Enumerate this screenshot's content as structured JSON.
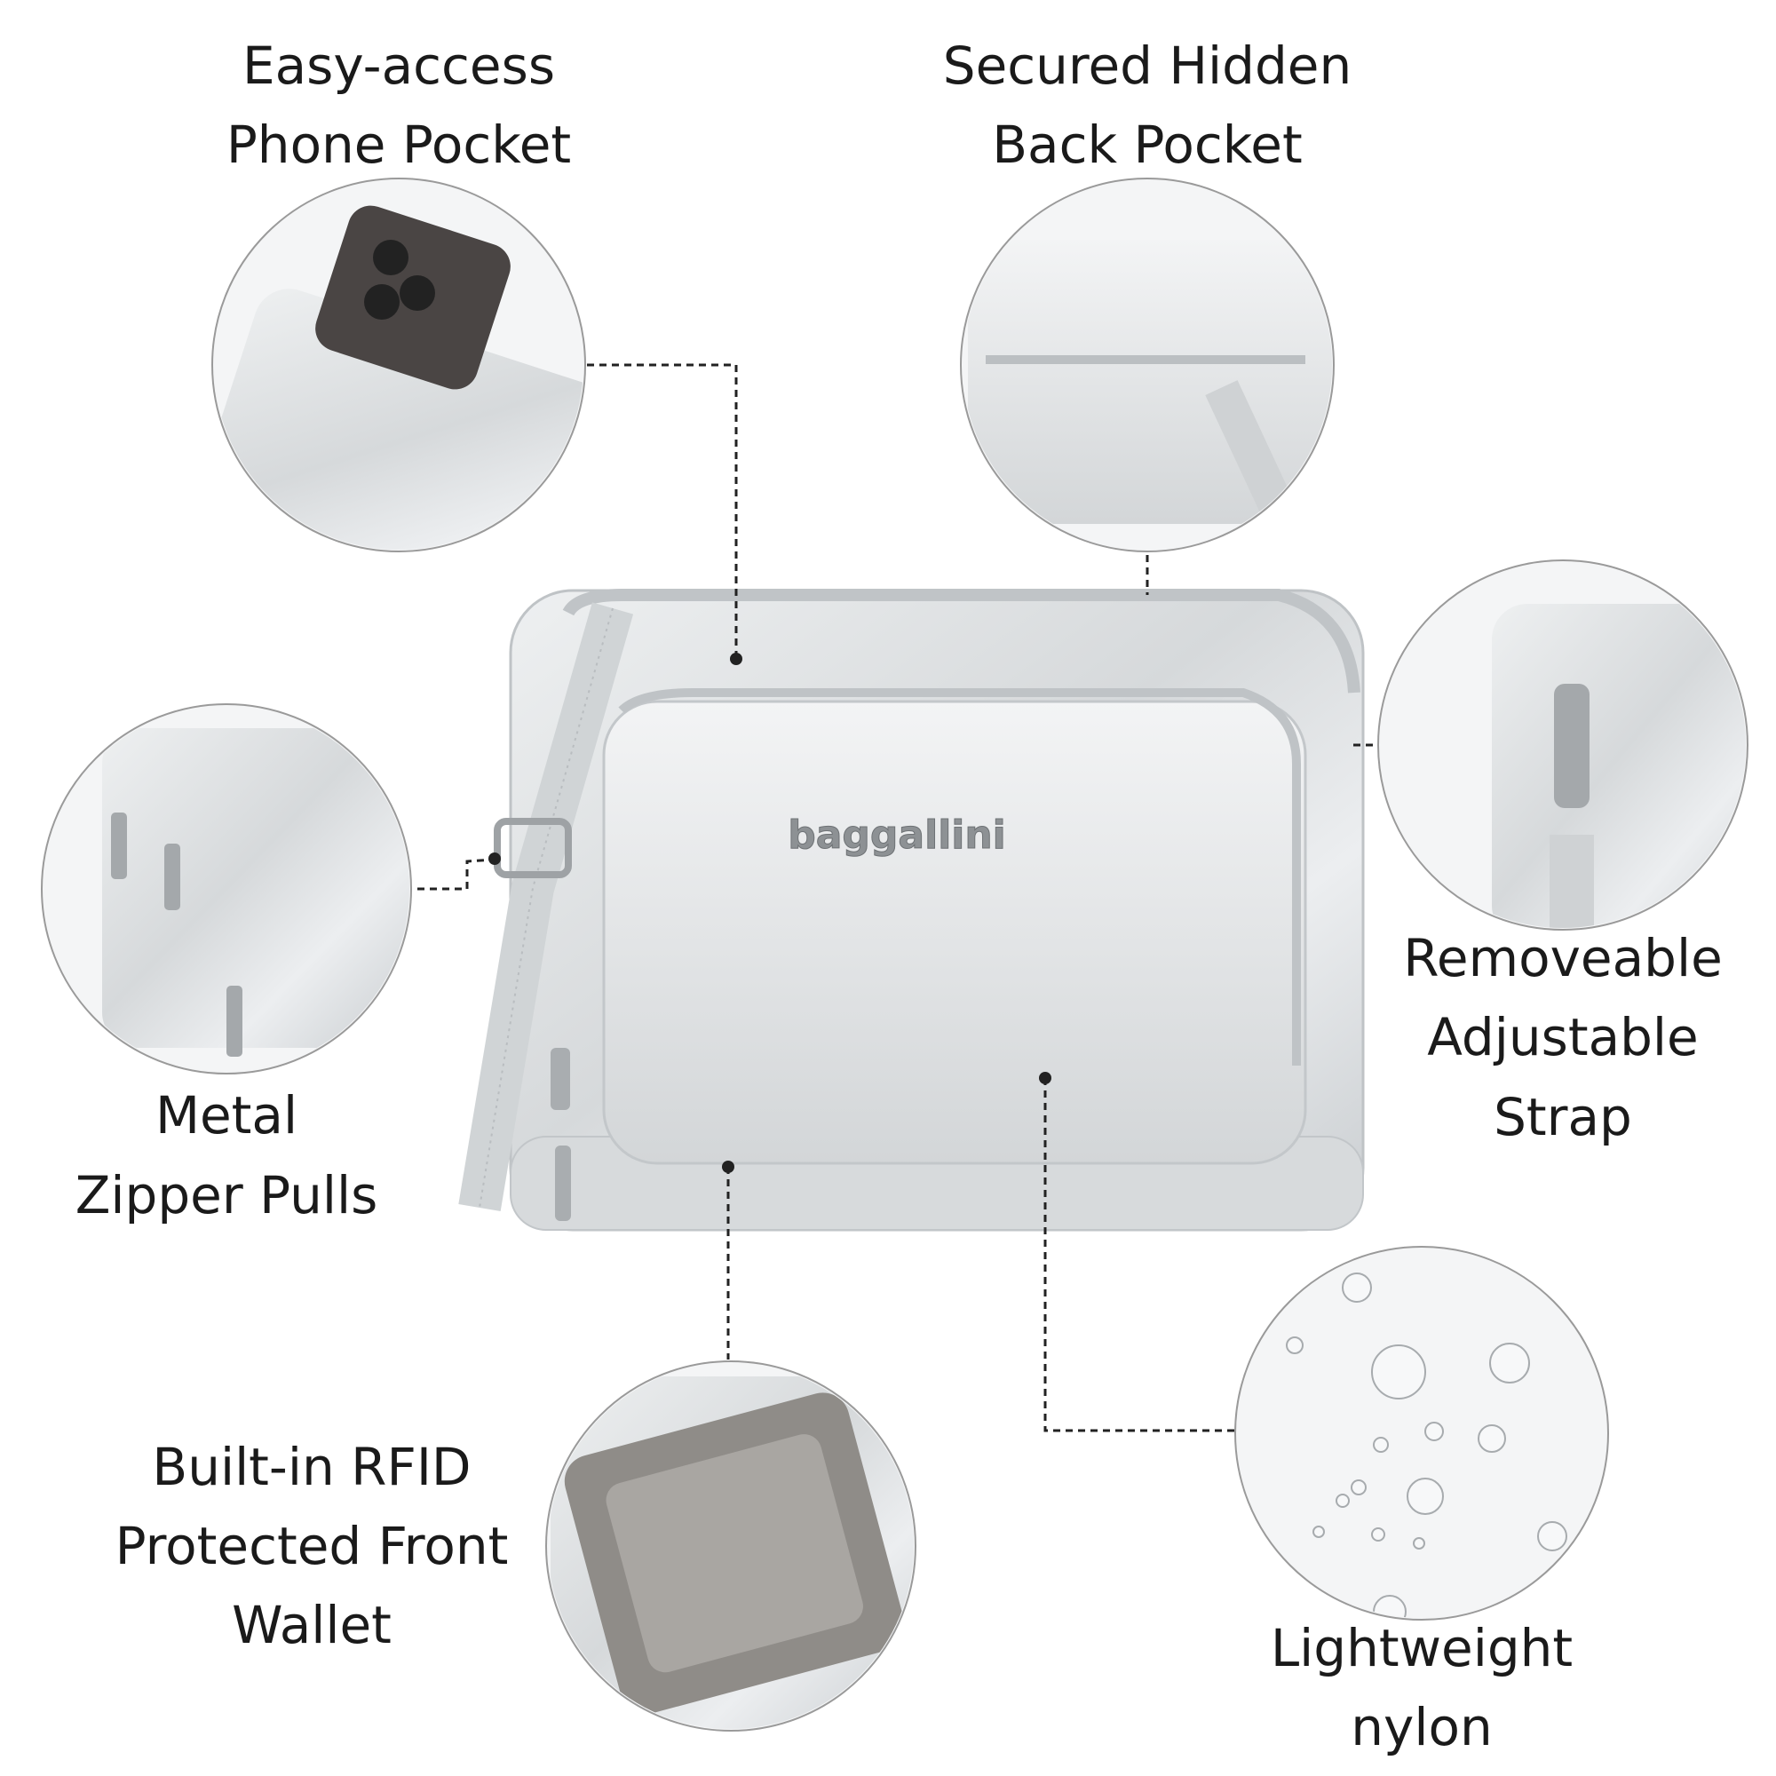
{
  "brand": "baggallini",
  "features": [
    {
      "id": "phone-pocket",
      "lines": [
        "Easy-access",
        "Phone Pocket"
      ]
    },
    {
      "id": "back-pocket",
      "lines": [
        "Secured Hidden",
        "Back Pocket"
      ]
    },
    {
      "id": "strap",
      "lines": [
        "Removeable",
        "Adjustable",
        "Strap"
      ]
    },
    {
      "id": "zipper-pulls",
      "lines": [
        "Metal",
        "Zipper Pulls"
      ]
    },
    {
      "id": "rfid-wallet",
      "lines": [
        "Built-in RFID",
        "Protected Front",
        "Wallet"
      ]
    },
    {
      "id": "nylon",
      "lines": [
        "Lightweight",
        "nylon"
      ]
    }
  ],
  "colors": {
    "bag": "#d9dcde",
    "text": "#1a1a1a",
    "leader": "#222222"
  }
}
